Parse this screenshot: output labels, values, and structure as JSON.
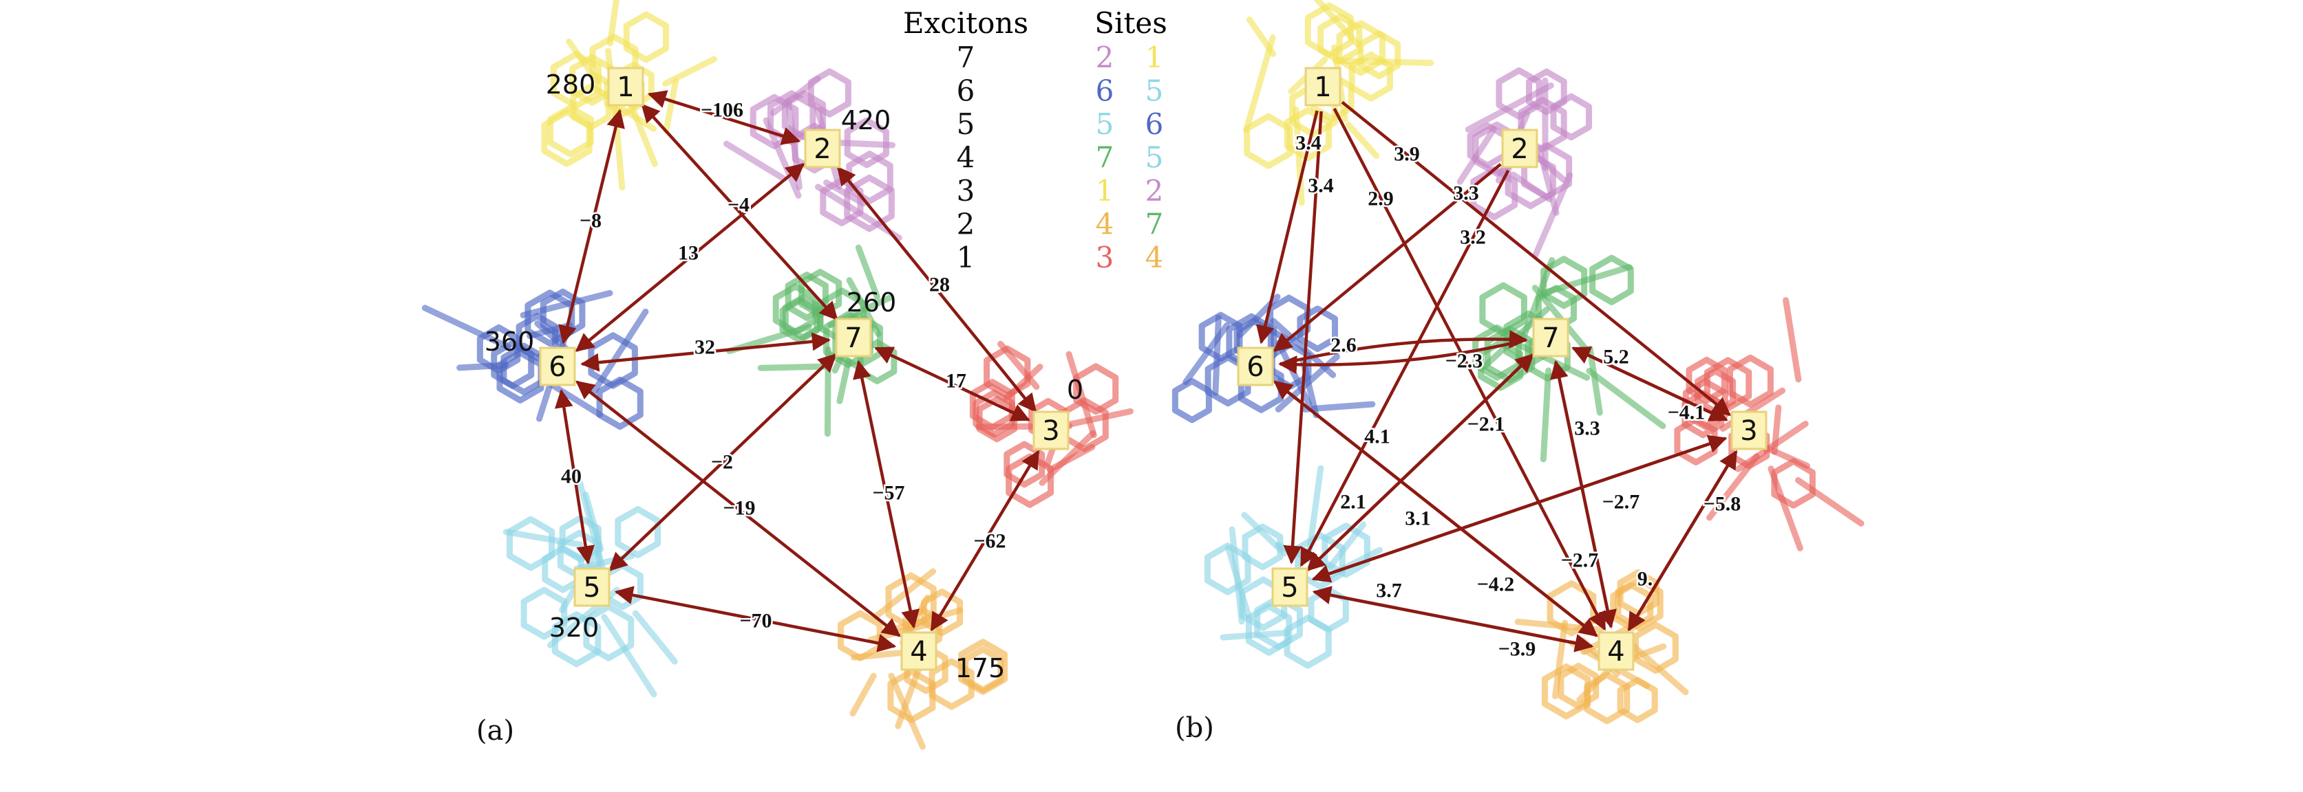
{
  "legend": {
    "excitons_title": "Excitons",
    "sites_title": "Sites",
    "rows": [
      {
        "exciton": "7",
        "site_a": "2",
        "site_b": "1"
      },
      {
        "exciton": "6",
        "site_a": "6",
        "site_b": "5"
      },
      {
        "exciton": "5",
        "site_a": "5",
        "site_b": "6"
      },
      {
        "exciton": "4",
        "site_a": "7",
        "site_b": "5"
      },
      {
        "exciton": "3",
        "site_a": "1",
        "site_b": "2"
      },
      {
        "exciton": "2",
        "site_a": "4",
        "site_b": "7"
      },
      {
        "exciton": "1",
        "site_a": "3",
        "site_b": "4"
      }
    ]
  },
  "site_colors": {
    "1": "#f3e35a",
    "2": "#c48ac8",
    "3": "#e8625c",
    "4": "#f2b552",
    "5": "#8fd6e6",
    "6": "#4f68c4",
    "7": "#5fb86a"
  },
  "arrow_color": "#8b1a12",
  "panel_a": {
    "label": "(a)",
    "energies": {
      "1": "280",
      "2": "420",
      "3": "0",
      "4": "175",
      "5": "320",
      "6": "360",
      "7": "260"
    },
    "couplings": [
      {
        "from": "1",
        "to": "2",
        "value": "−106"
      },
      {
        "from": "1",
        "to": "7",
        "value": "−4"
      },
      {
        "from": "2",
        "to": "6",
        "value": "13"
      },
      {
        "from": "1",
        "to": "6",
        "value": "−8"
      },
      {
        "from": "2",
        "to": "3",
        "value": "28"
      },
      {
        "from": "6",
        "to": "7",
        "value": "32"
      },
      {
        "from": "7",
        "to": "3",
        "value": "17"
      },
      {
        "from": "7",
        "to": "5",
        "value": "−2"
      },
      {
        "from": "6",
        "to": "4",
        "value": "−19"
      },
      {
        "from": "7",
        "to": "4",
        "value": "−57"
      },
      {
        "from": "3",
        "to": "4",
        "value": "−62"
      },
      {
        "from": "6",
        "to": "5",
        "value": "40"
      },
      {
        "from": "5",
        "to": "4",
        "value": "−70"
      }
    ]
  },
  "panel_b": {
    "label": "(b)",
    "rates": [
      {
        "from": "1",
        "to": "6",
        "value": "3.4"
      },
      {
        "from": "1",
        "to": "5",
        "value": "3.4"
      },
      {
        "from": "1",
        "to": "4",
        "value": "2.9"
      },
      {
        "from": "1",
        "to": "3",
        "value": "3.9"
      },
      {
        "from": "2",
        "to": "6",
        "value": "3.3"
      },
      {
        "from": "2",
        "to": "5",
        "value": "3.2"
      },
      {
        "from": "6",
        "to": "7",
        "value": "2.6"
      },
      {
        "from": "7",
        "to": "6",
        "value": "−2.3"
      },
      {
        "from": "7",
        "to": "3",
        "value": "5.2"
      },
      {
        "from": "3",
        "to": "7",
        "value": "−4.1"
      },
      {
        "from": "6",
        "to": "4",
        "value": "4.1"
      },
      {
        "from": "7",
        "to": "5",
        "value": "−2.1"
      },
      {
        "from": "7",
        "to": "4",
        "value": "3.3"
      },
      {
        "from": "3",
        "to": "5",
        "value": "−2.7"
      },
      {
        "from": "3",
        "to": "4",
        "value": "−5.8"
      },
      {
        "from": "5",
        "to": "7",
        "value": "2.1"
      },
      {
        "from": "5",
        "to": "3",
        "value": "3.1"
      },
      {
        "from": "4",
        "to": "7",
        "value": "−2.7"
      },
      {
        "from": "4",
        "to": "3",
        "value": "9."
      },
      {
        "from": "4",
        "to": "6",
        "value": "−4.2"
      },
      {
        "from": "5",
        "to": "4",
        "value": "3.7"
      },
      {
        "from": "4",
        "to": "5",
        "value": "−3.9"
      }
    ]
  }
}
